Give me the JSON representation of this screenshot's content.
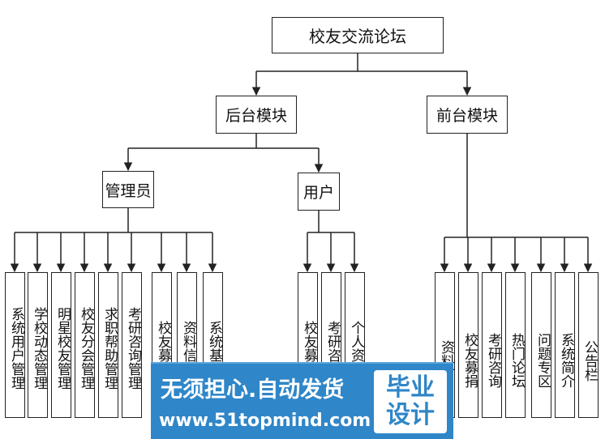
{
  "root": "校友交流论坛",
  "backend": "后台模块",
  "frontend": "前台模块",
  "admin": "管理员",
  "user": "用户",
  "admin_items": [
    "系统用户管理",
    "学校动态管理",
    "明星校友管理",
    "校友分会管理",
    "求职帮助管理",
    "考研咨询管理",
    "校友募捐",
    "资料信息",
    "系统基本"
  ],
  "user_items": [
    "校友募捐",
    "考研咨询",
    "个人资料"
  ],
  "front_items": [
    "资料下",
    "校友募捐",
    "考研咨询",
    "热门论坛",
    "问题专区",
    "系统简介",
    "公告栏"
  ],
  "watermark": {
    "line1": "无须担心.自动发货",
    "line2": "www.51topmind.com",
    "badge_top": "毕业",
    "badge_bottom": "设计"
  }
}
